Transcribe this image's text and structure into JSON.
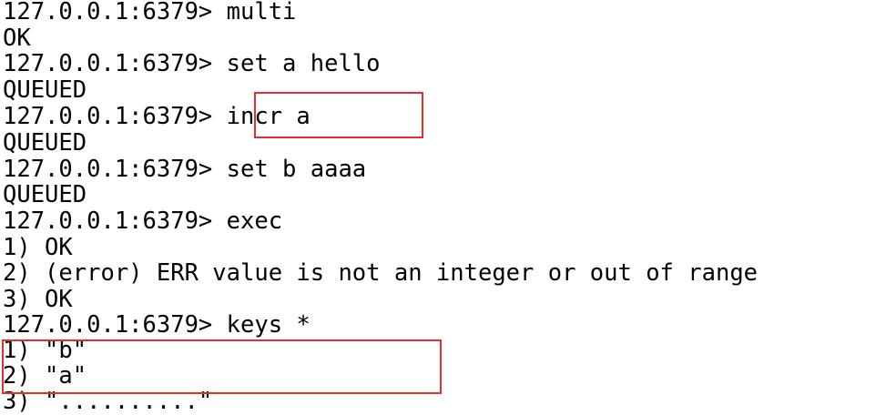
{
  "terminal": {
    "lines": [
      "127.0.0.1:6379> multi",
      "OK",
      "127.0.0.1:6379> set a hello",
      "QUEUED",
      "127.0.0.1:6379> incr a",
      "QUEUED",
      "127.0.0.1:6379> set b aaaa",
      "QUEUED",
      "127.0.0.1:6379> exec",
      "1) OK",
      "2) (error) ERR value is not an integer or out of range",
      "3) OK",
      "127.0.0.1:6379> keys *",
      "1) \"b\"",
      "2) \"a\"",
      "3) \"..........\""
    ]
  },
  "colors": {
    "background": "#ffffff",
    "text": "#000000",
    "highlight": "#e03030"
  }
}
